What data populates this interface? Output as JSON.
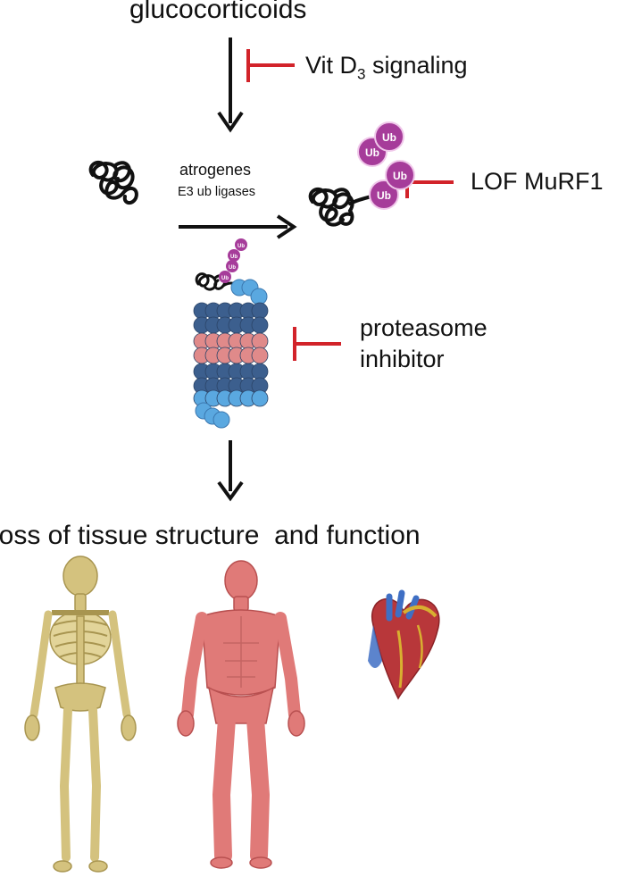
{
  "labels": {
    "top": "glucocorticoids",
    "vit_d": "Vit D",
    "vit_d_sub": "3",
    "vit_d_rest": " signaling",
    "atrogenes": "atrogenes",
    "ligases": "E3 ub ligases",
    "lof": "LOF MuRF1",
    "proteasome_1": "proteasome",
    "proteasome_2": "inhibitor",
    "outcome": "loss of tissue structure  and function",
    "ub": "Ub",
    "ub_small": "Ub"
  },
  "icons": [
    "protein-coil-icon",
    "ubiquitinated-protein-icon",
    "proteasome-icon",
    "skeleton-icon",
    "muscle-body-icon",
    "heart-icon"
  ],
  "colors": {
    "inhibit": "#d2232a",
    "arrow": "#111111",
    "ubiquitin": "#a63c9a",
    "proteasome_dark": "#3c5f8e",
    "proteasome_light": "#5aa8e0",
    "proteasome_pink": "#e08a8a",
    "bone": "#d4c27e",
    "muscle": "#e07a78",
    "heart": "#c0392b"
  }
}
